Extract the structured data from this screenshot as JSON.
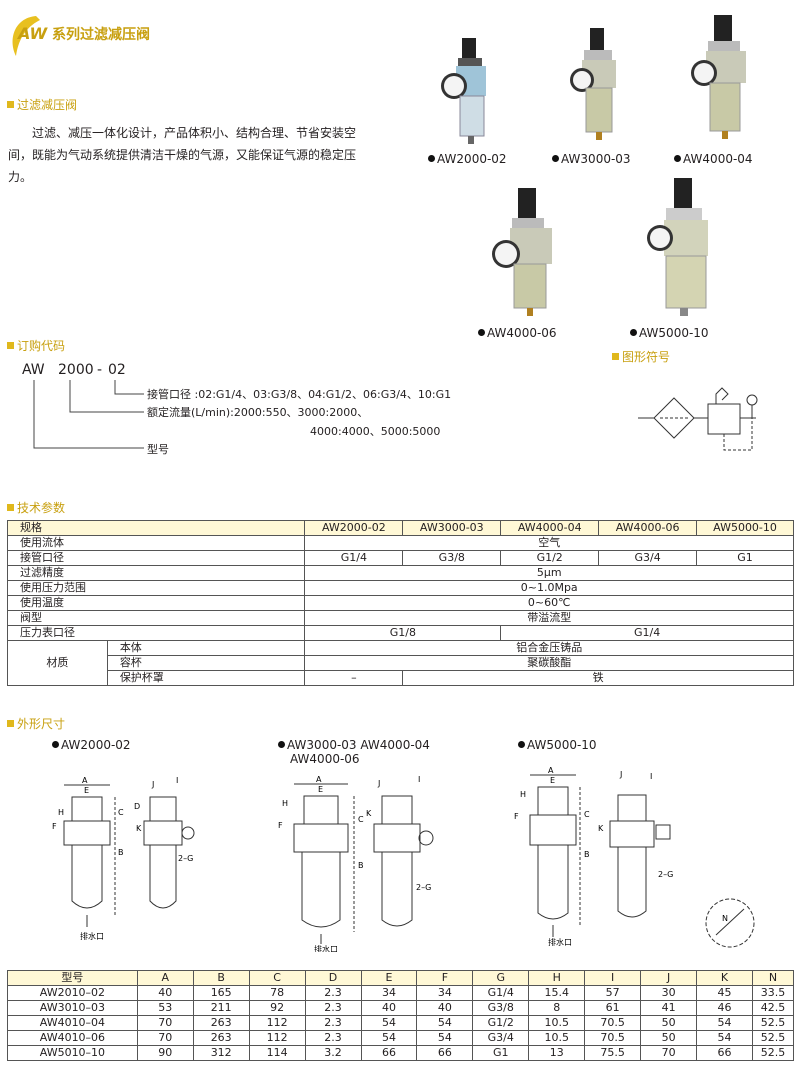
{
  "header": {
    "badge": "AW",
    "title": "系列过滤减压阀"
  },
  "intro": {
    "section": "过滤减压阀",
    "text": "过滤、减压一体化设计，产品体积小、结构合理、节省安装空间，既能为气动系统提供清洁干燥的气源，又能保证气源的稳定压力。"
  },
  "products": {
    "row1": [
      "AW2000-02",
      "AW3000-03",
      "AW4000-04"
    ],
    "row2": [
      "AW4000-06",
      "AW5000-10"
    ]
  },
  "order": {
    "section": "订购代码",
    "code_prefix": "AW",
    "code_flow": "2000",
    "code_sep": "-",
    "code_port": "02",
    "port_desc": "接管口径 :02:G1/4、03:G3/8、04:G1/2、06:G3/4、10:G1",
    "flow_desc": "额定流量(L/min):2000:550、3000:2000、",
    "flow_desc2": "4000:4000、5000:5000",
    "model_label": "型号"
  },
  "symbol": {
    "section": "图形符号"
  },
  "spec": {
    "section": "技术参数",
    "header": [
      "规格",
      "AW2000-02",
      "AW3000-03",
      "AW4000-04",
      "AW4000-06",
      "AW5000-10"
    ],
    "fluid_label": "使用流体",
    "fluid": "空气",
    "port_label": "接管口径",
    "ports": [
      "G1/4",
      "G3/8",
      "G1/2",
      "G3/4",
      "G1"
    ],
    "filter_label": "过滤精度",
    "filter": "5μm",
    "pressure_label": "使用压力范围",
    "pressure": "0~1.0Mpa",
    "temp_label": "使用温度",
    "temp": "0~60℃",
    "valve_label": "阀型",
    "valve": "带溢流型",
    "gauge_label": "压力表口径",
    "gauge": [
      "G1/8",
      "G1/4"
    ],
    "material_label": "材质",
    "body_label": "本体",
    "body": "铝合金压铸品",
    "bowl_label": "容杯",
    "bowl": "聚碳酸酯",
    "guard_label": "保护杯罩",
    "guard": [
      "–",
      "铁"
    ]
  },
  "outline": {
    "section": "外形尺寸",
    "captions": [
      "AW2000-02",
      "AW3000-03  AW4000-04",
      "AW4000-06",
      "AW5000-10"
    ],
    "drain": "排水口",
    "port_note": "2–G",
    "letters": [
      "A",
      "B",
      "C",
      "D",
      "E",
      "F",
      "H",
      "I",
      "J",
      "K"
    ]
  },
  "dimensions": {
    "header": [
      "型号",
      "A",
      "B",
      "C",
      "D",
      "E",
      "F",
      "G",
      "H",
      "I",
      "J",
      "K",
      "N"
    ],
    "rows": [
      [
        "AW2010–02",
        "40",
        "165",
        "78",
        "2.3",
        "34",
        "34",
        "G1/4",
        "15.4",
        "57",
        "30",
        "45",
        "33.5"
      ],
      [
        "AW3010–03",
        "53",
        "211",
        "92",
        "2.3",
        "40",
        "40",
        "G3/8",
        "8",
        "61",
        "41",
        "46",
        "42.5"
      ],
      [
        "AW4010–04",
        "70",
        "263",
        "112",
        "2.3",
        "54",
        "54",
        "G1/2",
        "10.5",
        "70.5",
        "50",
        "54",
        "52.5"
      ],
      [
        "AW4010–06",
        "70",
        "263",
        "112",
        "2.3",
        "54",
        "54",
        "G3/4",
        "10.5",
        "70.5",
        "50",
        "54",
        "52.5"
      ],
      [
        "AW5010–10",
        "90",
        "312",
        "114",
        "3.2",
        "66",
        "66",
        "G1",
        "13",
        "75.5",
        "70",
        "66",
        "52.5"
      ]
    ]
  }
}
